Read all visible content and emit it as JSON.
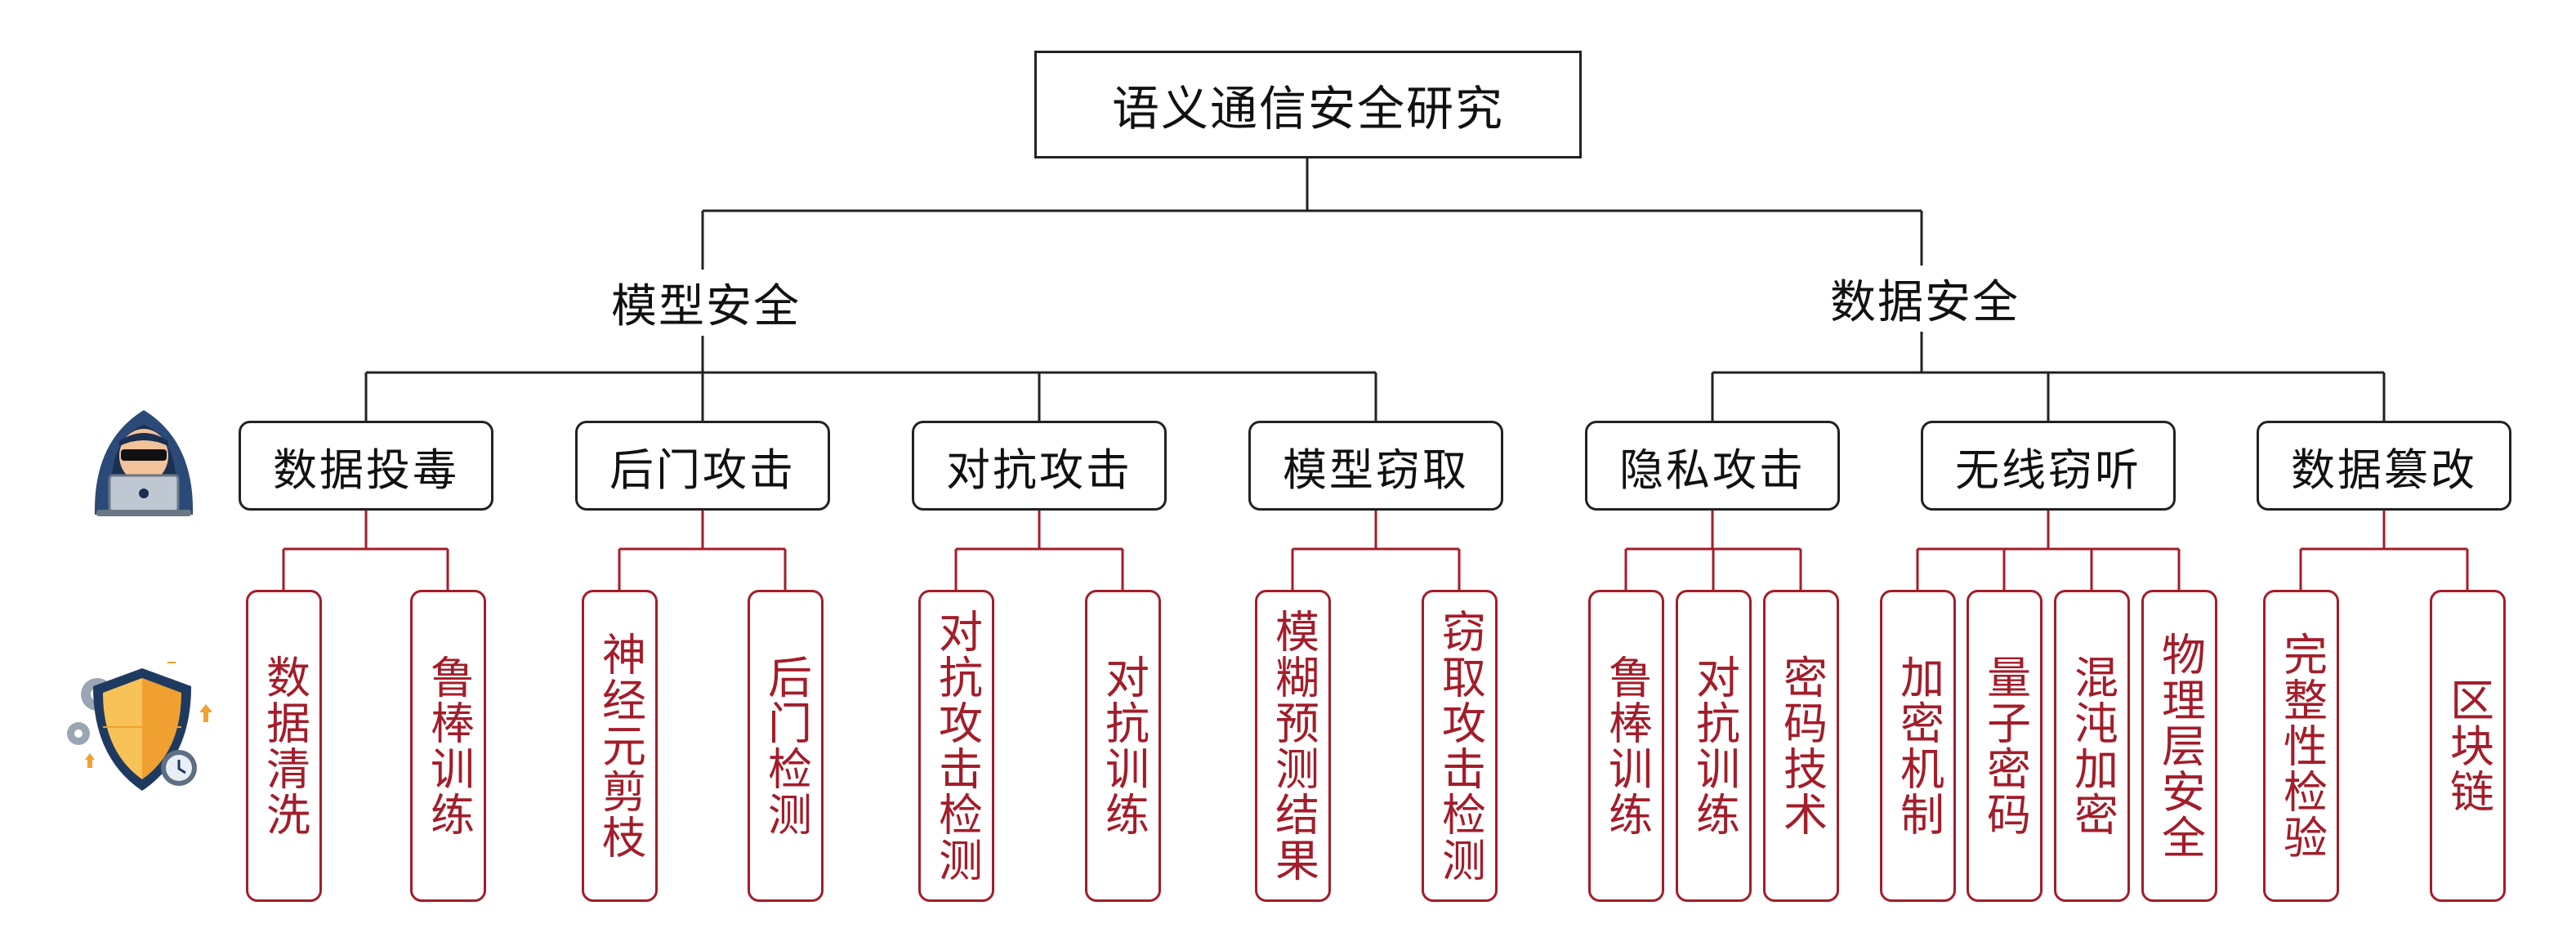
{
  "root": "语义通信安全研究",
  "categories": [
    {
      "label": "模型安全",
      "subs": [
        {
          "label": "数据投毒",
          "leaves": [
            "数据清洗",
            "鲁棒训练"
          ]
        },
        {
          "label": "后门攻击",
          "leaves": [
            "神经元剪枝",
            "后门检测"
          ]
        },
        {
          "label": "对抗攻击",
          "leaves": [
            "对抗攻击检测",
            "对抗训练"
          ]
        },
        {
          "label": "模型窃取",
          "leaves": [
            "模糊预测结果",
            "窃取攻击检测"
          ]
        }
      ]
    },
    {
      "label": "数据安全",
      "subs": [
        {
          "label": "隐私攻击",
          "leaves": [
            "鲁棒训练",
            "对抗训练",
            "密码技术"
          ]
        },
        {
          "label": "无线窃听",
          "leaves": [
            "加密机制",
            "量子密码",
            "混沌加密",
            "物理层安全"
          ]
        },
        {
          "label": "数据篡改",
          "leaves": [
            "完整性检验",
            "区块链"
          ]
        }
      ]
    }
  ],
  "icons": {
    "attacker": "hacker-laptop-icon",
    "defense": "shield-gear-icon"
  },
  "colors": {
    "line": "#222222",
    "leaf": "#a31d2a",
    "shield_orange": "#f0a030",
    "shield_navy": "#1f3a60"
  }
}
